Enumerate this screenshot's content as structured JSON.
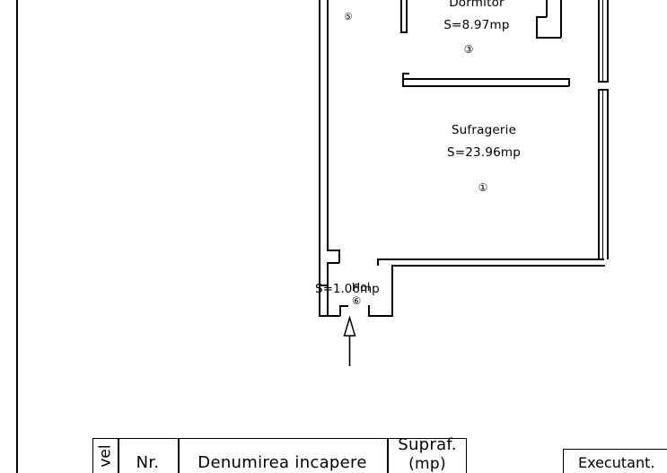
{
  "document": {
    "type": "architectural-floor-plan",
    "language": "ro"
  },
  "plan": {
    "rooms": [
      {
        "id": "dormitor",
        "name": "Dormitor",
        "area_label": "S=8.97mp",
        "area_value": 8.97,
        "unit": "mp",
        "marker": "③",
        "marker_number": 3
      },
      {
        "id": "sufragerie",
        "name": "Sufragerie",
        "area_label": "S=23.96mp",
        "area_value": 23.96,
        "unit": "mp",
        "marker": "①",
        "marker_number": 1
      },
      {
        "id": "hol",
        "name": "Hol",
        "area_label": "S=1.06mp",
        "area_value": 1.06,
        "unit": "mp",
        "marker": "⑥",
        "marker_number": 6
      }
    ],
    "standalone_markers": [
      {
        "id": "marker-5",
        "marker": "⑤",
        "marker_number": 5
      }
    ],
    "entry_arrow": {
      "name": "entrance-direction-arrow",
      "direction": "up"
    }
  },
  "table": {
    "columns": [
      {
        "id": "nivel",
        "header": "vel",
        "rotated": true
      },
      {
        "id": "nr",
        "header": "Nr.",
        "rotated": false
      },
      {
        "id": "denumirea",
        "header": "Denumirea  incapere",
        "rotated": false
      },
      {
        "id": "supraf",
        "header": "Supraf.",
        "sub": "(mp)",
        "rotated": false
      }
    ]
  },
  "executant": {
    "label": "Executant."
  },
  "colors": {
    "ink": "#000000",
    "paper": "#ffffff"
  }
}
